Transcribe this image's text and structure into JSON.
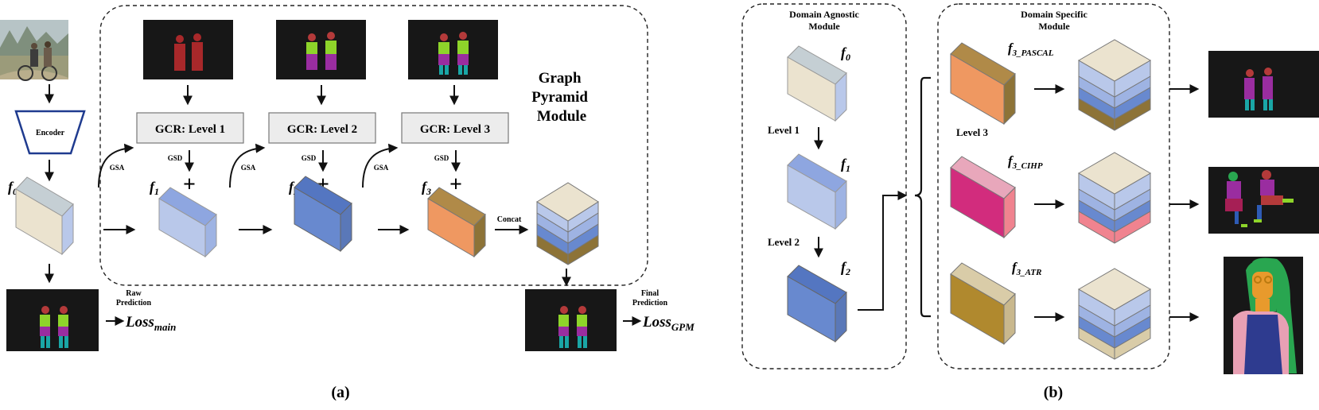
{
  "panel_a": {
    "encoder_label": "Encoder",
    "f0": "f",
    "f0_sub": "0",
    "f1": "f",
    "f1_sub": "1",
    "f2": "f",
    "f2_sub": "2",
    "f3": "f",
    "f3_sub": "3",
    "gcr1": "GCR: Level 1",
    "gcr2": "GCR: Level 2",
    "gcr3": "GCR: Level 3",
    "gsd": "GSD",
    "gsa": "GSA",
    "plus": "+",
    "gpm_title": [
      "Graph",
      "Pyramid",
      "Module"
    ],
    "concat": "Concat",
    "raw_prediction": [
      "Raw",
      "Prediction"
    ],
    "loss_main": "Loss",
    "loss_main_sub": "main",
    "final_prediction": [
      "Final",
      "Prediction"
    ],
    "loss_gpm": "Loss",
    "loss_gpm_sub": "GPM",
    "caption": "(a)"
  },
  "panel_b": {
    "domain_agnostic": [
      "Domain Agnostic",
      "Module"
    ],
    "domain_specific": [
      "Domain Specific",
      "Module"
    ],
    "f0": "f",
    "f0_sub": "0",
    "f1": "f",
    "f1_sub": "1",
    "f2": "f",
    "f2_sub": "2",
    "level1": "Level 1",
    "level2": "Level 2",
    "level3": "Level 3",
    "f3_pascal": "f",
    "f3_pascal_sub": "3_PASCAL",
    "f3_cihp": "f",
    "f3_cihp_sub": "3_CIHP",
    "f3_atr": "f",
    "f3_atr_sub": "3_ATR",
    "caption": "(b)"
  },
  "colors": {
    "beige": "#ebe3cf",
    "light_blue": "#b9c8ea",
    "mid_blue": "#9eb3e3",
    "blue": "#6889cf",
    "orange": "#ef9861",
    "olive": "#8d7337",
    "magenta": "#d22c7d",
    "pink": "#f0838f",
    "gold": "#b0892e",
    "tan": "#d9cca8",
    "encoder_blue": "#1f3b8f"
  }
}
